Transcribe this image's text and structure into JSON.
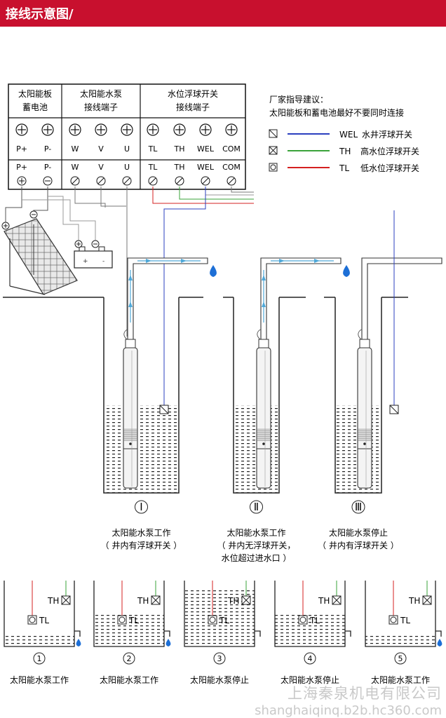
{
  "header": {
    "title": "接线示意图/"
  },
  "terminal_table": {
    "groups": [
      {
        "line1": "太阳能板",
        "line2": "蓄电池"
      },
      {
        "line1": "太阳能水泵",
        "line2": "接线端子"
      },
      {
        "line1": "水位浮球开关",
        "line2": "接线端子"
      }
    ],
    "terminals": [
      "P+",
      "P-",
      "W",
      "V",
      "U",
      "TL",
      "TH",
      "WEL",
      "COM"
    ]
  },
  "advice": {
    "title": "厂家指导建议：",
    "text": "太阳能板和蓄电池最好不要同时连接"
  },
  "legend": [
    {
      "code": "WEL",
      "label": "水井浮球开关",
      "color": "#2b3fbf"
    },
    {
      "code": "TH",
      "label": "高水位浮球开关",
      "color": "#3aa33a"
    },
    {
      "code": "TL",
      "label": "低水位浮球开关",
      "color": "#d42020"
    }
  ],
  "wells": [
    {
      "numeral": "I",
      "lines": [
        "太阳能水泵工作",
        "（ 井内有浮球开关 ）"
      ]
    },
    {
      "numeral": "II",
      "lines": [
        "太阳能水泵工作",
        "（ 井内无浮球开关，",
        "水位超过进水口 ）"
      ]
    },
    {
      "numeral": "III",
      "lines": [
        "太阳能水泵停止",
        "（ 井内有浮球开关 ）"
      ]
    }
  ],
  "tanks": [
    {
      "number": "1",
      "label": "太阳能水泵工作",
      "th": "TH",
      "tl": "TL",
      "level": 0.17
    },
    {
      "number": "2",
      "label": "太阳能水泵工作",
      "th": "TH",
      "tl": "TL",
      "level": 0.5
    },
    {
      "number": "3",
      "label": "太阳能水泵停止",
      "th": "TH",
      "tl": "TL",
      "level": 0.88
    },
    {
      "number": "4",
      "label": "太阳能水泵停止",
      "th": "TH",
      "tl": "TL",
      "level": 0.5
    },
    {
      "number": "5",
      "label": "太阳能水泵工作",
      "th": "TH",
      "tl": "TL",
      "level": 0.17
    }
  ],
  "watermark": {
    "company": "上海秦泉机电有限公司",
    "url": "shanghaiqinq.b2b.hc360.com"
  },
  "colors": {
    "header": "#c8102e",
    "blue_wire": "#2b3fbf",
    "green_wire": "#3aa33a",
    "red_wire": "#d42020",
    "water_drop": "#1d6fd6",
    "flow_arrow": "#4fa8d8"
  }
}
